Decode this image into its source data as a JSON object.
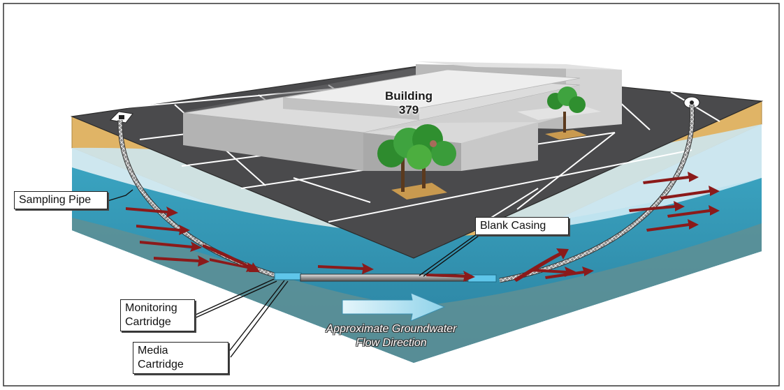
{
  "building": {
    "name": "Building",
    "number": "379"
  },
  "callouts": {
    "sampling_pipe": "Sampling Pipe",
    "blank_casing": "Blank Casing",
    "monitoring_cartridge": "Monitoring\nCartridge",
    "media_cartridge": "Media\nCartridge"
  },
  "flow": {
    "label_line1": "Approximate Groundwater",
    "label_line2": "Flow Direction"
  },
  "colors": {
    "surface": "#4a4a4c",
    "sand_layer": "#e0b466",
    "water": "#2f93b0",
    "light_water": "#bfe3ef",
    "deep_layer": "#7da3a6",
    "arrow": "#8b1a1a",
    "flow_arrow": "#9fd8ec"
  }
}
